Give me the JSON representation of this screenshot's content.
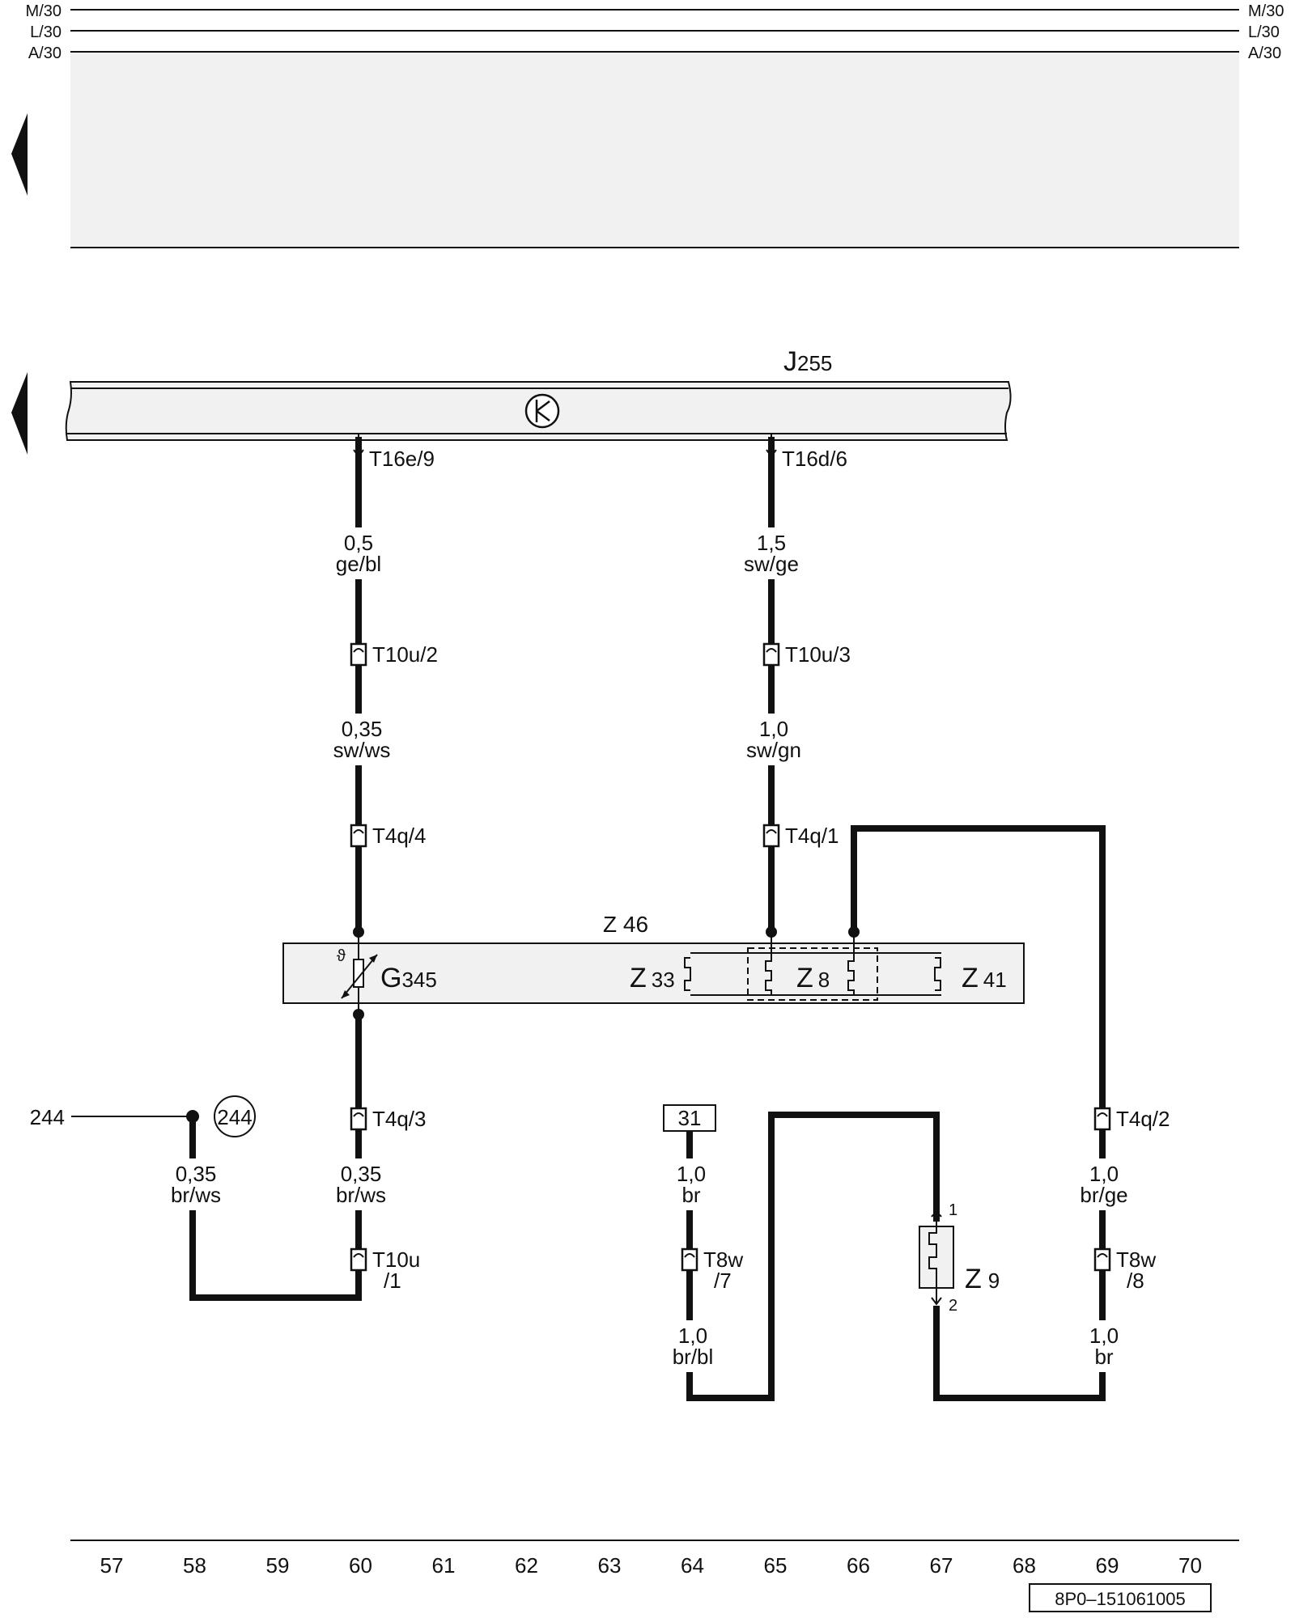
{
  "rails": {
    "left": [
      "M/30",
      "L/30",
      "A/30"
    ],
    "right": [
      "M/30",
      "L/30",
      "A/30"
    ]
  },
  "control_unit": {
    "code": "J",
    "num": "255"
  },
  "module": {
    "label": "Z 46"
  },
  "heater_elements": {
    "z33": {
      "code": "Z",
      "num": "33"
    },
    "z8": {
      "code": "Z",
      "num": "8"
    },
    "z41": {
      "code": "Z",
      "num": "41"
    },
    "z9": {
      "code": "Z",
      "num": "9"
    }
  },
  "sensor": {
    "code": "G",
    "num": "345",
    "symbol": "ϑ"
  },
  "connectors": {
    "t16e9": "T16e/9",
    "t16d6": "T16d/6",
    "t10u2": "T10u/2",
    "t10u3": "T10u/3",
    "t4q4": "T4q/4",
    "t4q1": "T4q/1",
    "t4q3": "T4q/3",
    "t4q2": "T4q/2",
    "t10u1_a": "T10u",
    "t10u1_b": "/1",
    "t8w7_a": "T8w",
    "t8w7_b": "/7",
    "t8w8_a": "T8w",
    "t8w8_b": "/8"
  },
  "wires": {
    "w1": {
      "size": "0,5",
      "color": "ge/bl"
    },
    "w2": {
      "size": "1,5",
      "color": "sw/ge"
    },
    "w3": {
      "size": "0,35",
      "color": "sw/ws"
    },
    "w4": {
      "size": "1,0",
      "color": "sw/gn"
    },
    "w5": {
      "size": "0,35",
      "color": "br/ws"
    },
    "w6": {
      "size": "0,35",
      "color": "br/ws"
    },
    "w7": {
      "size": "1,0",
      "color": "br"
    },
    "w8": {
      "size": "1,0",
      "color": "br/bl"
    },
    "w9": {
      "size": "1,0",
      "color": "br/ge"
    },
    "w10": {
      "size": "1,0",
      "color": "br"
    }
  },
  "ground": {
    "label": "31"
  },
  "reference": {
    "line_label": "244",
    "circle_label": "244"
  },
  "z9_pins": {
    "top": "1",
    "bottom": "2"
  },
  "tracks": [
    "57",
    "58",
    "59",
    "60",
    "61",
    "62",
    "63",
    "64",
    "65",
    "66",
    "67",
    "68",
    "69",
    "70"
  ],
  "doc_code": "8P0–151061005"
}
